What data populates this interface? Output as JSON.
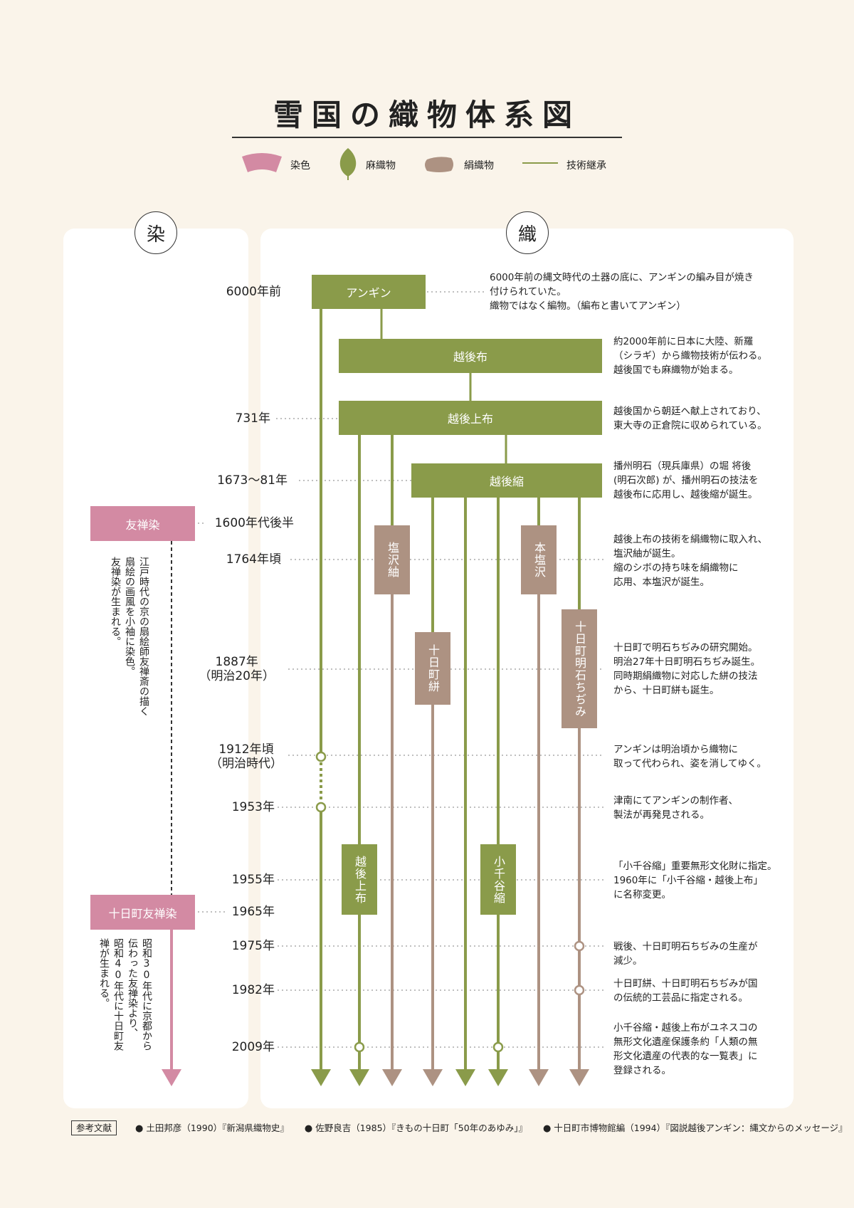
{
  "title": "雪国の織物体系図",
  "legend": {
    "dye": "染色",
    "hemp": "麻織物",
    "silk": "絹織物",
    "lineage": "技術継承"
  },
  "columns": {
    "dye": "染",
    "weave": "織"
  },
  "colors": {
    "hemp": "#8a9b4a",
    "silk": "#ad9282",
    "dye": "#d38aa3",
    "background": "#faf4ea"
  },
  "years": {
    "y6000": "6000年前",
    "y731": "731年",
    "y1673": "1673〜81年",
    "y1600": "1600年代後半",
    "y1764": "1764年頃",
    "y1887a": "1887年",
    "y1887b": "（明治20年）",
    "y1912a": "1912年頃",
    "y1912b": "（明治時代）",
    "y1953": "1953年",
    "y1955": "1955年",
    "y1965": "1965年",
    "y1975": "1975年",
    "y1982": "1982年",
    "y2009": "2009年"
  },
  "boxes": {
    "angin": "アンギン",
    "echigofu": "越後布",
    "echigojofu": "越後上布",
    "echigochijimi": "越後縮",
    "shiozawa": "塩沢紬",
    "honshiozawa": "本塩沢",
    "tokamachigasuri": "十日町絣",
    "tokamachichijimi": "十日町明石ちぢみ",
    "echigojofu2": "越後上布",
    "ojiya": "小千谷縮",
    "yuzen": "友禅染",
    "tokamachiyuzen": "十日町友禅染"
  },
  "notes": {
    "n1": [
      "6000年前の縄文時代の土器の底に、アンギンの編み目が焼き",
      "付けられていた。",
      "織物ではなく編物。（編布と書いてアンギン）"
    ],
    "n2": [
      "約2000年前に日本に大陸、新羅",
      "（シラギ）から織物技術が伝わる。",
      "越後国でも麻織物が始まる。"
    ],
    "n3": [
      "越後国から朝廷へ献上されており、",
      "東大寺の正倉院に収められている。"
    ],
    "n4": [
      "播州明石（現兵庫県）の堀 将後",
      "(明石次郎) が、播州明石の技法を",
      "越後布に応用し、越後縮が誕生。"
    ],
    "n5": [
      "越後上布の技術を絹織物に取入れ、",
      "塩沢紬が誕生。",
      "縮のシボの持ち味を絹織物に",
      "応用、本塩沢が誕生。"
    ],
    "n6": [
      "十日町で明石ちぢみの研究開始。",
      "明治27年十日町明石ちぢみ誕生。",
      "同時期絹織物に対応した絣の技法",
      "から、十日町絣も誕生。"
    ],
    "n7": [
      "アンギンは明治頃から織物に",
      "取って代わられ、姿を消してゆく。"
    ],
    "n8": [
      "津南にてアンギンの制作者、",
      "製法が再発見される。"
    ],
    "n9": [
      "「小千谷縮」重要無形文化財に指定。",
      "1960年に「小千谷縮・越後上布」",
      "に名称変更。"
    ],
    "n10": [
      "戦後、十日町明石ちぢみの生産が",
      "減少。"
    ],
    "n11": [
      "十日町絣、十日町明石ちぢみが国",
      "の伝統的工芸品に指定される。"
    ],
    "n12": [
      "小千谷縮・越後上布がユネスコの",
      "無形文化遺産保護条約「人類の無",
      "形文化遺産の代表的な一覧表」に",
      "登録される。"
    ],
    "yuzen": [
      "江戸時代の京の扇絵師友禅斎の描く",
      "扇絵の画風を小袖に染色。",
      "友禅染が生まれる。"
    ],
    "tokamachiyuzen": [
      "昭和30年代に京都から",
      "伝わった友禅染より、",
      "昭和40年代に十日町友",
      "禅が生まれる。"
    ]
  },
  "references": {
    "label": "参考文献",
    "items": [
      "土田邦彦（1990）『新潟県織物史』",
      "佐野良吉（1985）『きもの十日町「50年のあゆみ」』",
      "十日町市博物館編（1994）『図説越後アンギン：縄文からのメッセージ』"
    ]
  }
}
